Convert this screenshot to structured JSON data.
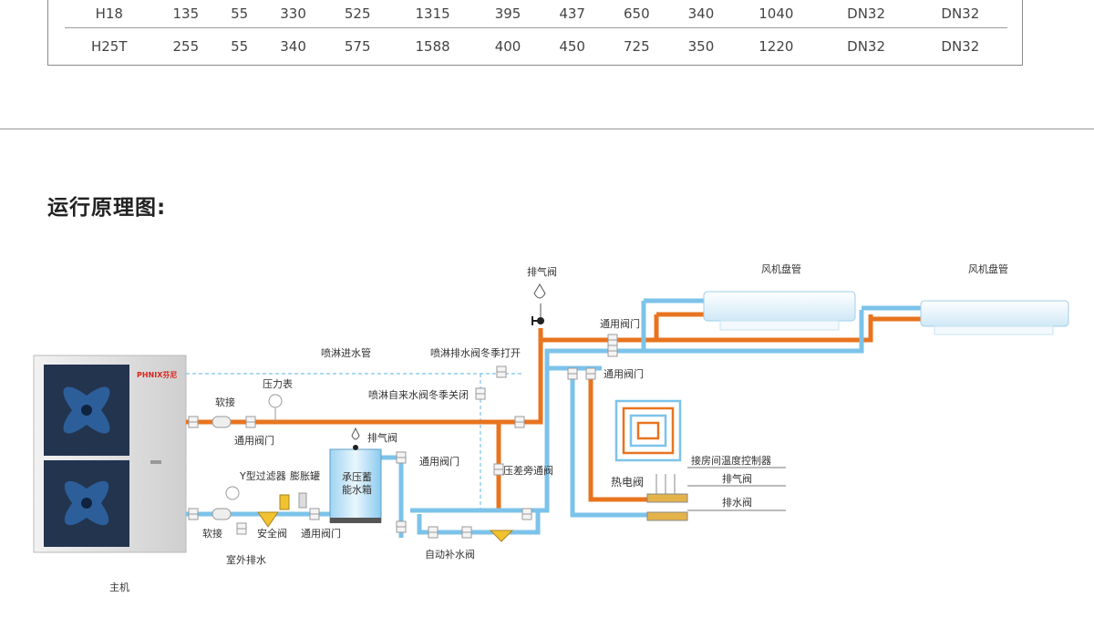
{
  "table": {
    "rows": [
      [
        "H18",
        "135",
        "55",
        "330",
        "525",
        "1315",
        "395",
        "437",
        "650",
        "340",
        "1040",
        "DN32",
        "DN32"
      ],
      [
        "H25T",
        "255",
        "55",
        "340",
        "575",
        "1588",
        "400",
        "450",
        "725",
        "350",
        "1220",
        "DN32",
        "DN32"
      ]
    ]
  },
  "section_title": "运行原理图:",
  "brand": "PHNIX芬尼",
  "labels": {
    "vent_top": "排气阀",
    "fan_coil_1": "风机盘管",
    "fan_coil_2": "风机盘管",
    "valve_general_1": "通用阀门",
    "valve_general_2": "通用阀门",
    "spray_inlet": "喷淋进水管",
    "spray_drain": "喷淋排水阀冬季打开",
    "pressure_gauge": "压力表",
    "soft_joint_1": "软接",
    "spray_tap": "喷淋自来水阀冬季关闭",
    "vent_tank": "排气阀",
    "valve_general_3": "通用阀门",
    "y_filter": "Y型过滤器",
    "expansion_tank": "膨胀罐",
    "tank_line1": "承压蓄",
    "tank_line2": "能水箱",
    "valve_general_4": "通用阀门",
    "bypass": "压差旁通阀",
    "room_controller": "接房间温度控制器",
    "thermo_valve": "热电阀",
    "vent_manifold": "排气阀",
    "drain_valve": "排水阀",
    "soft_joint_2": "软接",
    "safety_valve": "安全阀",
    "valve_general_5": "通用阀门",
    "outdoor_drain": "室外排水",
    "auto_fill": "自动补水阀",
    "host": "主机"
  },
  "colors": {
    "hot_pipe": "#e8741f",
    "cold_pipe": "#7cc3ea",
    "spray_line": "#7cc3ea",
    "unit_body": "#e4e4e4",
    "fan_blade": "#1d3f6e",
    "brand_red": "#d7261d"
  }
}
